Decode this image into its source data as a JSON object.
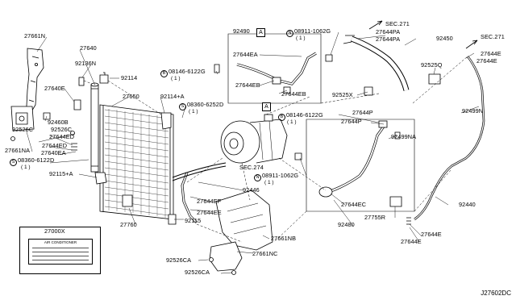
{
  "diagram_code": "J27602DC",
  "section_refs": {
    "sec271_top": "SEC.271",
    "sec271_right": "SEC.271",
    "sec274": "SEC.274"
  },
  "view_markers": {
    "a_upper": "A",
    "a_lower": "A"
  },
  "symbols": {
    "bolt": "B",
    "nut": "N",
    "screw": "S"
  },
  "labels": {
    "p27661N": "27661N",
    "p27640": "27640",
    "p92136N": "92136N",
    "p92114": "92114",
    "p27640E": "27640E",
    "p27650": "27650",
    "p92114A": "92114+A",
    "p08360_6252D": "08360-6252D",
    "p08360_6252D_qty": "( 1 )",
    "p08146_6122G_top": "08146-6122G",
    "p08146_6122G_top_qty": "( 1 )",
    "p92490": "92490",
    "p27644EA": "27644EA",
    "p27644EB_left": "27644EB",
    "p27644EB_right": "27644EB",
    "p08911_1062G_top": "08911-1062G",
    "p08911_1062G_top_qty": "( 1 )",
    "p27644PA_1": "27644PA",
    "p27644PA_2": "27644PA",
    "p92450": "92450",
    "p27644E_tr1": "27644E",
    "p27644E_tr2": "27644E",
    "p92525Q": "92525Q",
    "p92525X": "92525X",
    "p08146_6122G_mid": "08146-6122G",
    "p08146_6122G_mid_qty": "( 1 )",
    "p27644P_1": "27644P",
    "p27644P_2": "27644P",
    "p92499NA": "92499NA",
    "p92499N": "92499N",
    "p92460B": "92460B",
    "p92526C_1": "92526C",
    "p92526C_2": "92526C",
    "p27644ED_1": "27644ED",
    "p27644ED_2": "27644ED",
    "p27640EA": "27640EA",
    "p27661NA": "27661NA",
    "p08360_6122D": "08360-6122D",
    "p08360_6122D_qty": "( 1 )",
    "p92115A": "92115+A",
    "p08911_1062G_mid": "08911-1062G",
    "p08911_1062G_mid_qty": "( 1 )",
    "p27644EF": "27644EF",
    "p92446": "92446",
    "p27644EE": "27644EE",
    "p27644EC": "27644EC",
    "p92480": "92480",
    "p27755R": "27755R",
    "p92440": "92440",
    "p27644E_br1": "27644E",
    "p27644E_br2": "27644E",
    "p27760": "27760",
    "p92115": "92115",
    "p27661NB": "27661NB",
    "p92526CA_1": "92526CA",
    "p27661NC": "27661NC",
    "p92526CA_2": "92526CA"
  },
  "legend": {
    "part_number": "27000X",
    "caption": "AIR CONDITIONER"
  }
}
